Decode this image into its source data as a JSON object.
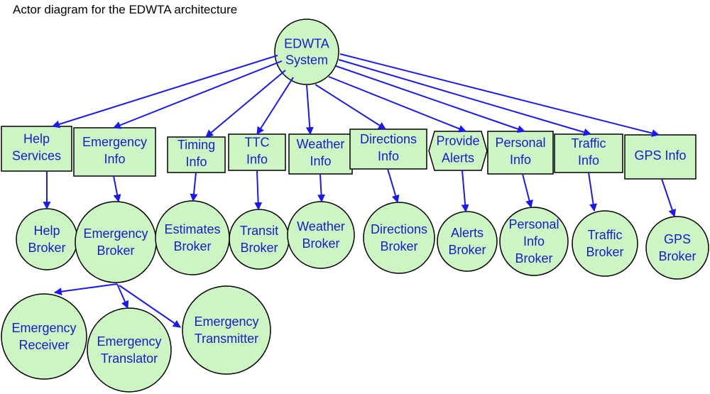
{
  "title": "Actor diagram for the EDWTA architecture",
  "colors": {
    "fill": "#ccf5c3",
    "stroke": "#000000",
    "text": "#1a1acc",
    "edge": "#1a1aee"
  },
  "root": {
    "id": "edwta",
    "lines": [
      "EDWTA",
      "System"
    ]
  },
  "info_nodes": [
    {
      "id": "help-services",
      "lines": [
        "Help",
        "Services"
      ]
    },
    {
      "id": "emergency-info",
      "lines": [
        "Emergency",
        "Info"
      ]
    },
    {
      "id": "timing-info",
      "lines": [
        "Timing",
        "Info"
      ]
    },
    {
      "id": "ttc-info",
      "lines": [
        "TTC",
        "Info"
      ]
    },
    {
      "id": "weather-info",
      "lines": [
        "Weather",
        "Info"
      ]
    },
    {
      "id": "directions-info",
      "lines": [
        "Directions",
        "Info"
      ]
    },
    {
      "id": "provide-alerts",
      "lines": [
        "Provide",
        "Alerts"
      ]
    },
    {
      "id": "personal-info",
      "lines": [
        "Personal",
        "Info"
      ]
    },
    {
      "id": "traffic-info",
      "lines": [
        "Traffic",
        "Info"
      ]
    },
    {
      "id": "gps-info",
      "lines": [
        "GPS Info"
      ]
    }
  ],
  "broker_nodes": [
    {
      "id": "help-broker",
      "lines": [
        "Help",
        "Broker"
      ]
    },
    {
      "id": "emergency-broker",
      "lines": [
        "Emergency",
        "Broker"
      ]
    },
    {
      "id": "estimates-broker",
      "lines": [
        "Estimates",
        "Broker"
      ]
    },
    {
      "id": "transit-broker",
      "lines": [
        "Transit",
        "Broker"
      ]
    },
    {
      "id": "weather-broker",
      "lines": [
        "Weather",
        "Broker"
      ]
    },
    {
      "id": "directions-broker",
      "lines": [
        "Directions",
        "Broker"
      ]
    },
    {
      "id": "alerts-broker",
      "lines": [
        "Alerts",
        "Broker"
      ]
    },
    {
      "id": "personal-info-broker",
      "lines": [
        "Personal",
        "Info",
        "Broker"
      ]
    },
    {
      "id": "traffic-broker",
      "lines": [
        "Traffic",
        "Broker"
      ]
    },
    {
      "id": "gps-broker",
      "lines": [
        "GPS",
        "Broker"
      ]
    }
  ],
  "emergency_nodes": [
    {
      "id": "emergency-receiver",
      "lines": [
        "Emergency",
        "Receiver"
      ]
    },
    {
      "id": "emergency-translator",
      "lines": [
        "Emergency",
        "Translator"
      ]
    },
    {
      "id": "emergency-transmitter",
      "lines": [
        "Emergency",
        "Transmitter"
      ]
    }
  ]
}
